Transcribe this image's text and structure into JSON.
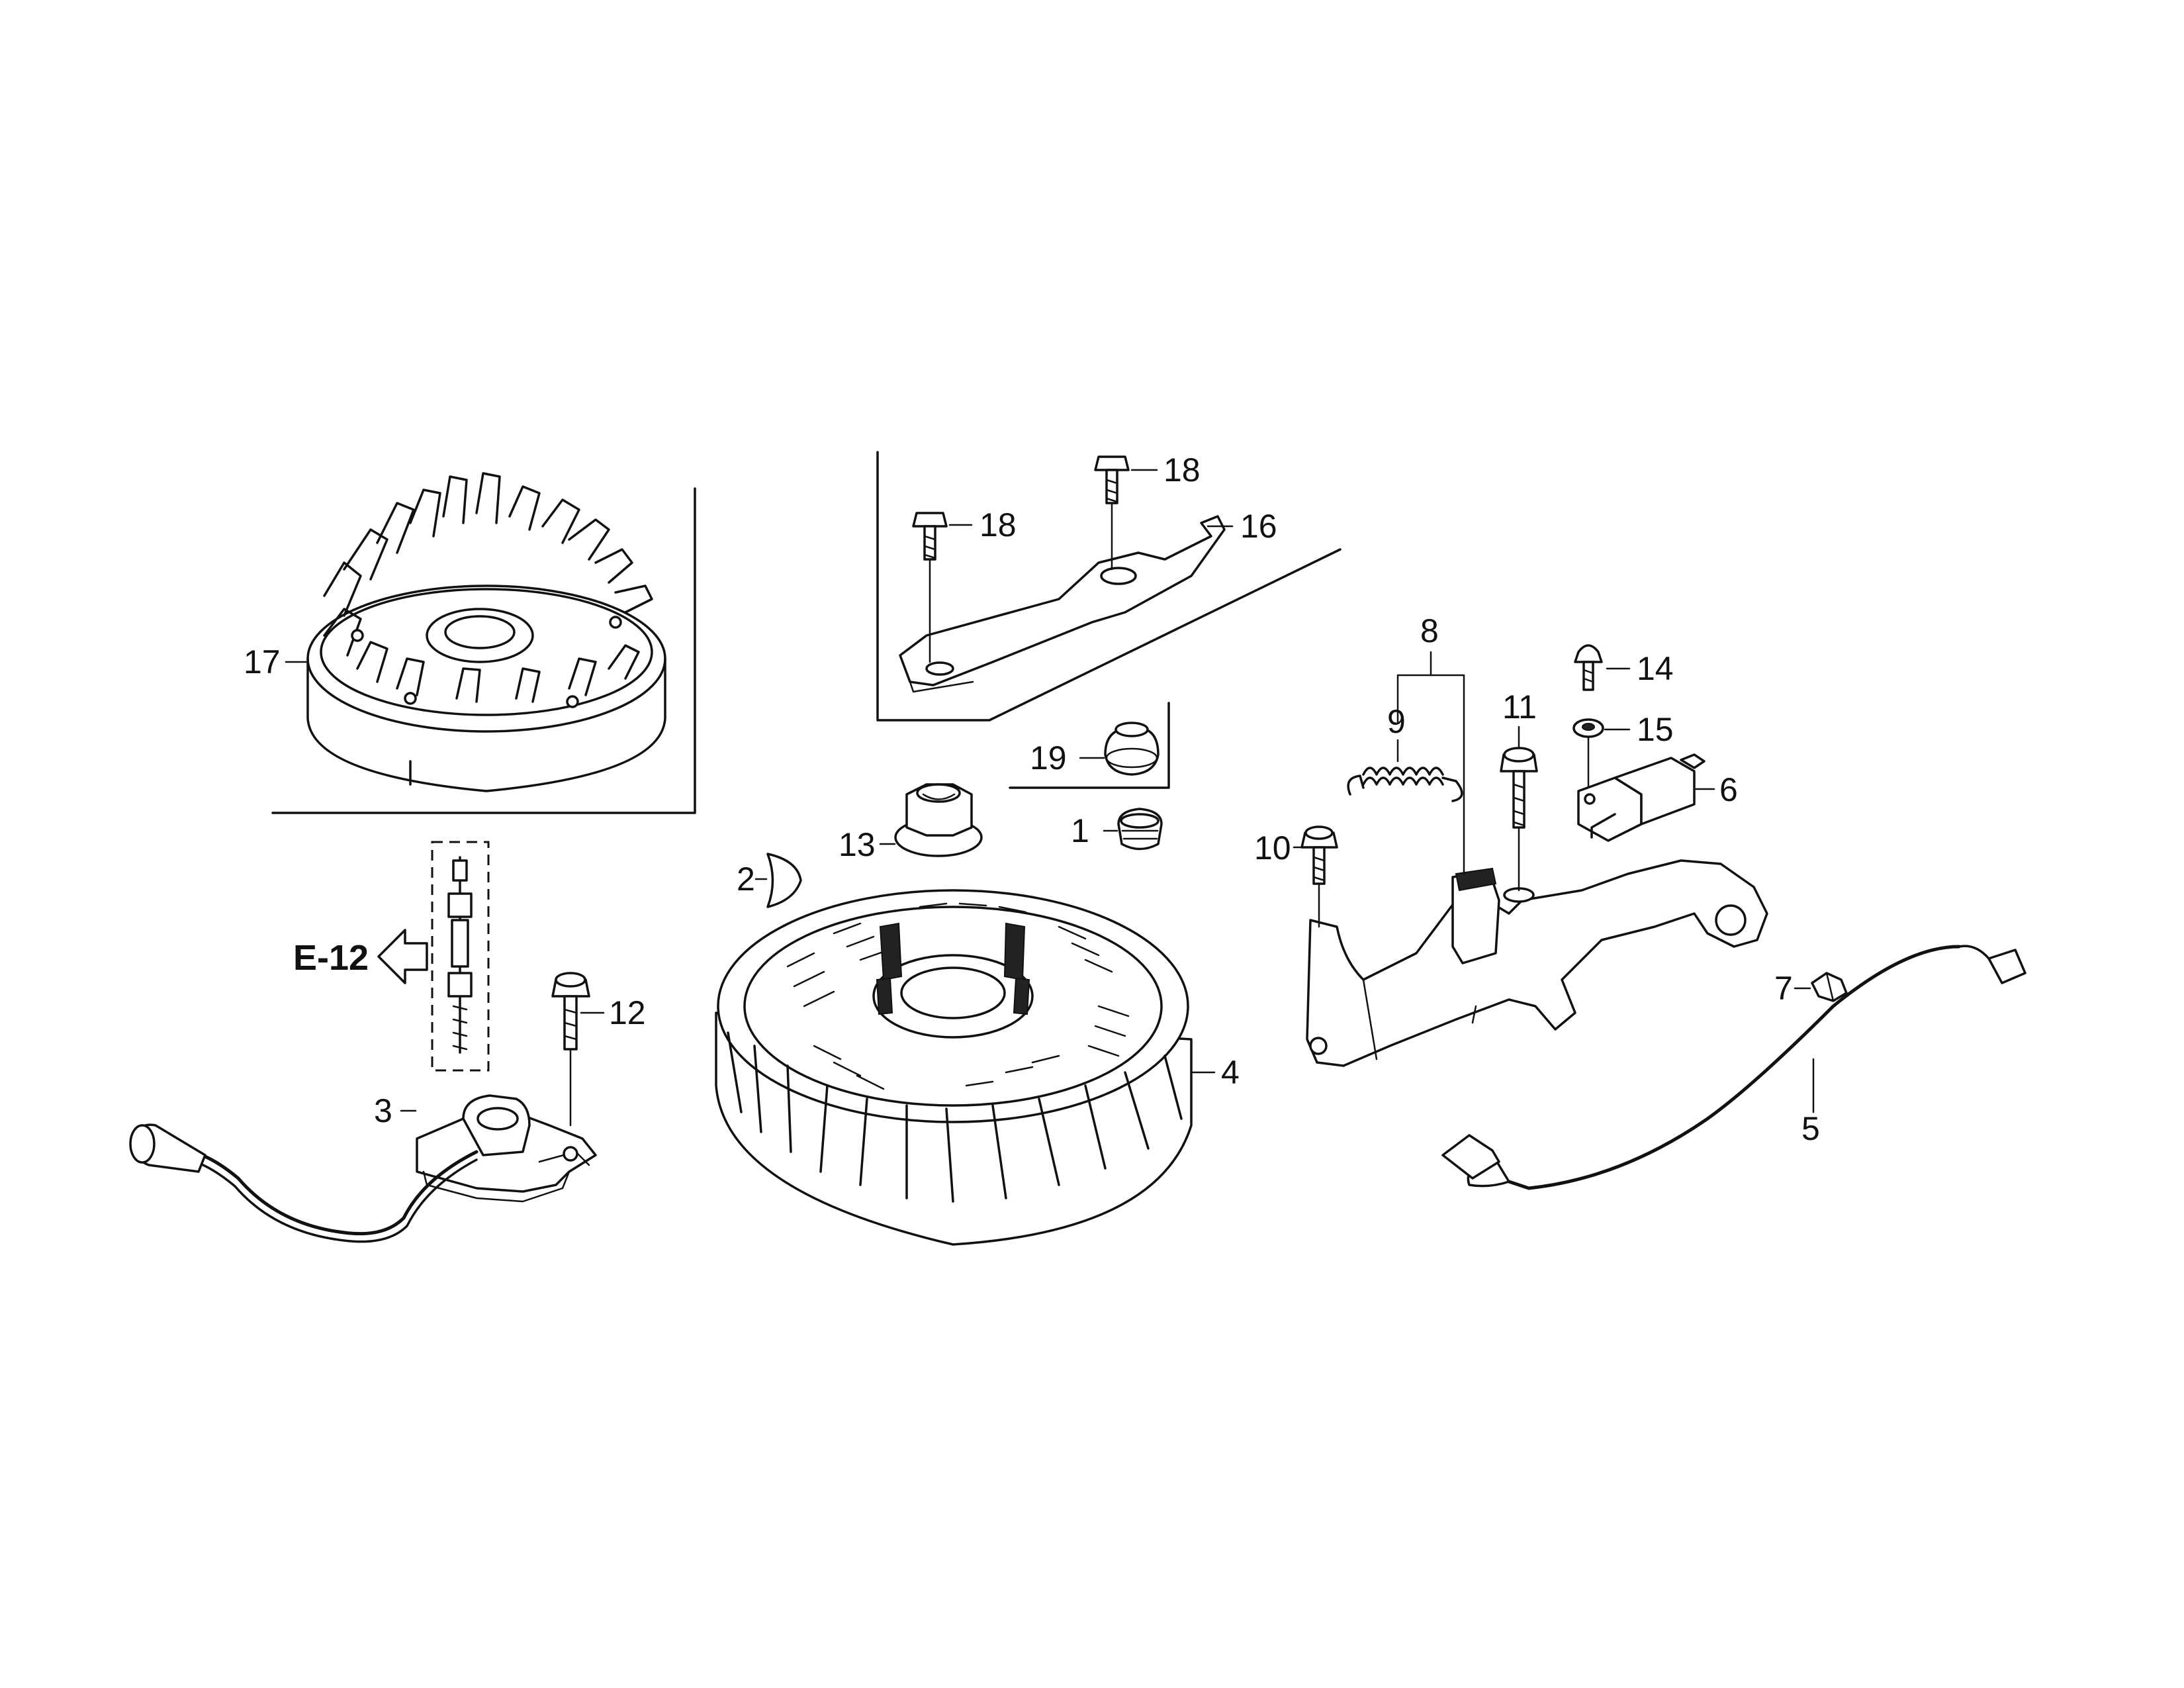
{
  "diagram": {
    "reference": {
      "label": "E-12",
      "arrow_icon": "left-arrow-icon"
    },
    "callouts": [
      {
        "id": "1",
        "label": "1"
      },
      {
        "id": "2",
        "label": "2"
      },
      {
        "id": "3",
        "label": "3"
      },
      {
        "id": "4",
        "label": "4"
      },
      {
        "id": "5",
        "label": "5"
      },
      {
        "id": "6",
        "label": "6"
      },
      {
        "id": "7",
        "label": "7"
      },
      {
        "id": "8",
        "label": "8"
      },
      {
        "id": "9",
        "label": "9"
      },
      {
        "id": "10",
        "label": "10"
      },
      {
        "id": "11",
        "label": "11"
      },
      {
        "id": "12",
        "label": "12"
      },
      {
        "id": "13",
        "label": "13"
      },
      {
        "id": "14",
        "label": "14"
      },
      {
        "id": "15",
        "label": "15"
      },
      {
        "id": "16",
        "label": "16"
      },
      {
        "id": "17",
        "label": "17"
      },
      {
        "id": "18a",
        "label": "18"
      },
      {
        "id": "18b",
        "label": "18"
      },
      {
        "id": "19",
        "label": "19"
      }
    ]
  }
}
